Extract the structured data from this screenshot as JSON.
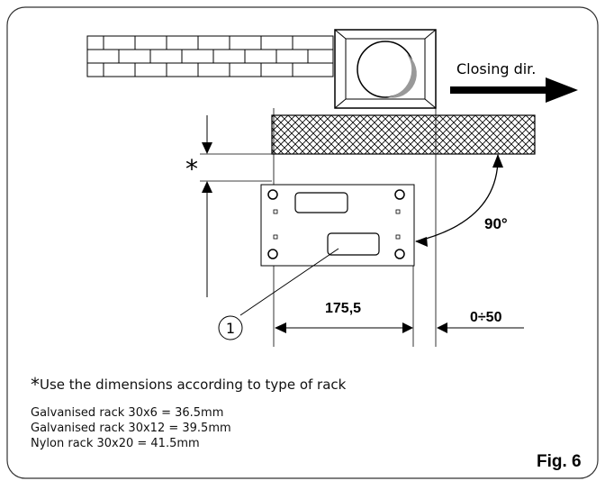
{
  "diagram": {
    "closing_direction_label": "Closing dir.",
    "angle_label": "90°",
    "dimension_width": "175,5",
    "dimension_gap": "0÷50",
    "asterisk": "*",
    "callout_number": "1"
  },
  "notes": {
    "asterisk": "*",
    "intro": "Use the dimensions according to type of rack",
    "racks": [
      "Galvanised rack 30x6 = 36.5mm",
      "Galvanised rack 30x12 = 39.5mm",
      "Nylon rack  30x20 = 41.5mm"
    ]
  },
  "figure_label": "Fig. 6"
}
